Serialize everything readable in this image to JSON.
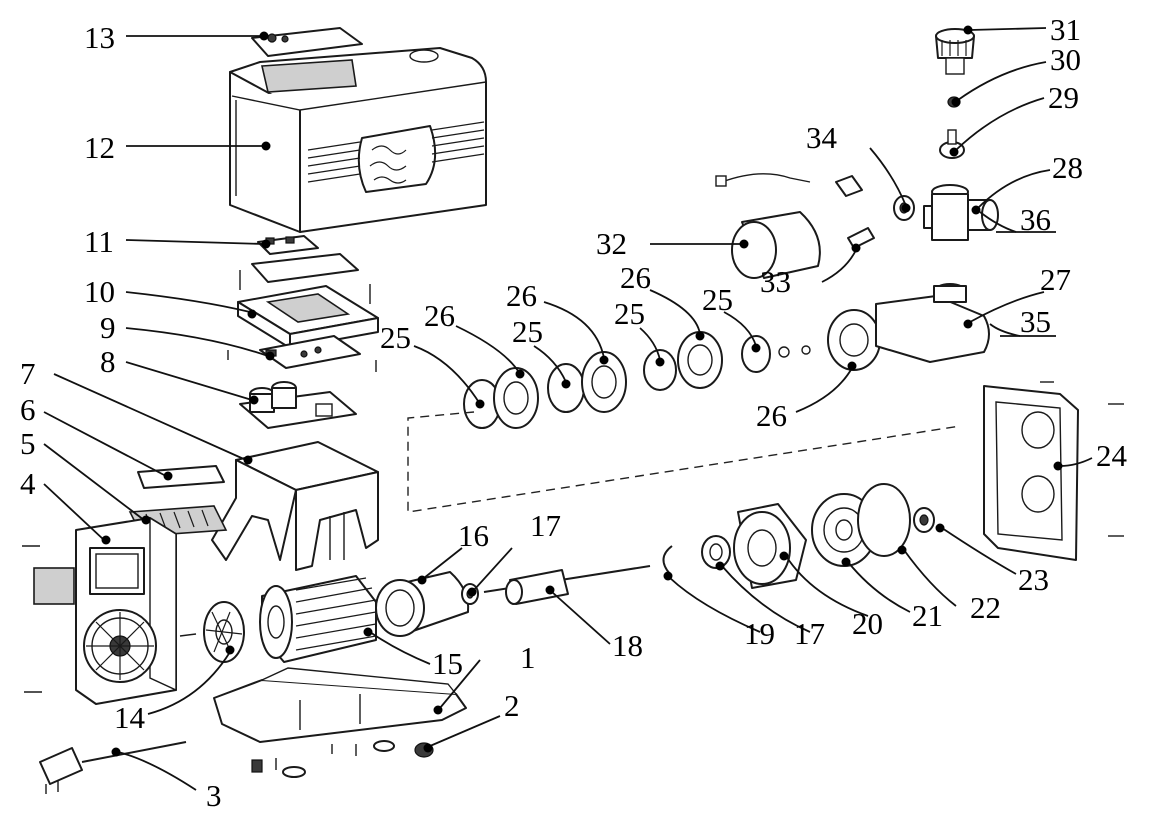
{
  "callouts": [
    {
      "id": "c1",
      "text": "1"
    },
    {
      "id": "c2",
      "text": "2"
    },
    {
      "id": "c3",
      "text": "3"
    },
    {
      "id": "c4",
      "text": "4"
    },
    {
      "id": "c5",
      "text": "5"
    },
    {
      "id": "c6",
      "text": "6"
    },
    {
      "id": "c7",
      "text": "7"
    },
    {
      "id": "c8",
      "text": "8"
    },
    {
      "id": "c9",
      "text": "9"
    },
    {
      "id": "c10",
      "text": "10"
    },
    {
      "id": "c11",
      "text": "11"
    },
    {
      "id": "c12",
      "text": "12"
    },
    {
      "id": "c13",
      "text": "13"
    },
    {
      "id": "c14",
      "text": "14"
    },
    {
      "id": "c15",
      "text": "15"
    },
    {
      "id": "c16",
      "text": "16"
    },
    {
      "id": "c17a",
      "text": "17"
    },
    {
      "id": "c17b",
      "text": "17"
    },
    {
      "id": "c18",
      "text": "18"
    },
    {
      "id": "c19",
      "text": "19"
    },
    {
      "id": "c20",
      "text": "20"
    },
    {
      "id": "c21",
      "text": "21"
    },
    {
      "id": "c22",
      "text": "22"
    },
    {
      "id": "c23",
      "text": "23"
    },
    {
      "id": "c24",
      "text": "24"
    },
    {
      "id": "c25a",
      "text": "25"
    },
    {
      "id": "c25b",
      "text": "25"
    },
    {
      "id": "c25c",
      "text": "25"
    },
    {
      "id": "c25d",
      "text": "25"
    },
    {
      "id": "c26a",
      "text": "26"
    },
    {
      "id": "c26b",
      "text": "26"
    },
    {
      "id": "c26c",
      "text": "26"
    },
    {
      "id": "c26d",
      "text": "26"
    },
    {
      "id": "c27",
      "text": "27"
    },
    {
      "id": "c28",
      "text": "28"
    },
    {
      "id": "c29",
      "text": "29"
    },
    {
      "id": "c30",
      "text": "30"
    },
    {
      "id": "c31",
      "text": "31"
    },
    {
      "id": "c32",
      "text": "32"
    },
    {
      "id": "c33",
      "text": "33"
    },
    {
      "id": "c34",
      "text": "34"
    },
    {
      "id": "c35",
      "text": "35"
    },
    {
      "id": "c36",
      "text": "36"
    }
  ]
}
